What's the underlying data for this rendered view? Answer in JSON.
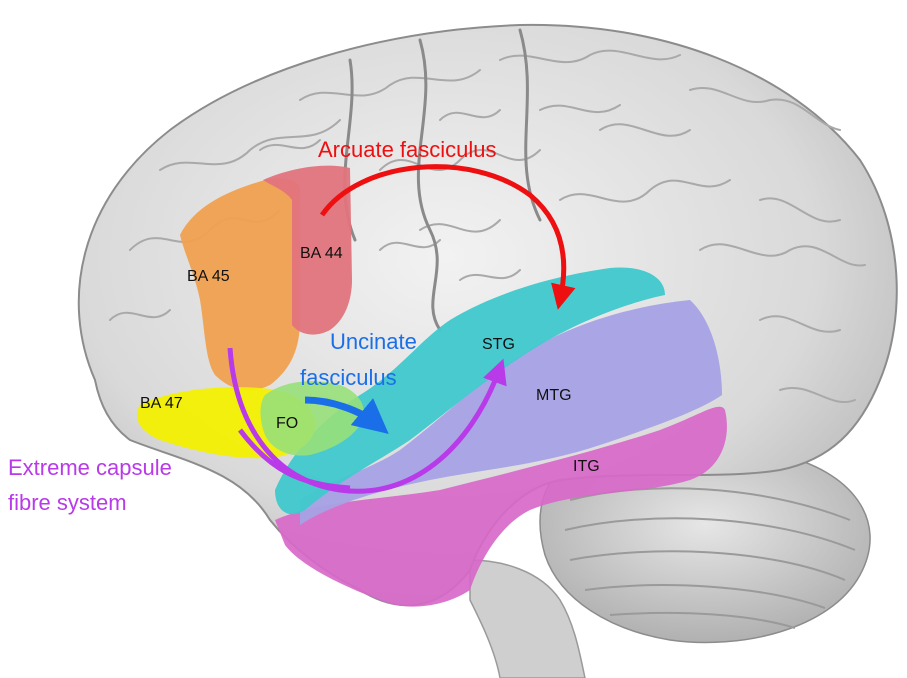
{
  "labels": {
    "ba45": "BA 45",
    "ba44": "BA 44",
    "ba47": "BA 47",
    "fo": "FO",
    "stg": "STG",
    "mtg": "MTG",
    "itg": "ITG"
  },
  "tracts": {
    "arcuate": "Arcuate fasciculus",
    "uncinate_line1": "Uncinate",
    "uncinate_line2": "fasciculus",
    "extreme_line1": "Extreme capsule",
    "extreme_line2": "fibre system"
  },
  "colors": {
    "ba45": "#f0a050",
    "ba44": "#e0747c",
    "ba47": "#f2f000",
    "fo": "#98e07a",
    "stg": "#3fc8cc",
    "mtg": "#a6a2e6",
    "itg": "#d868c8",
    "arcuate": "#ee1010",
    "uncinate": "#1a6fe8",
    "extreme": "#b83ae8"
  }
}
